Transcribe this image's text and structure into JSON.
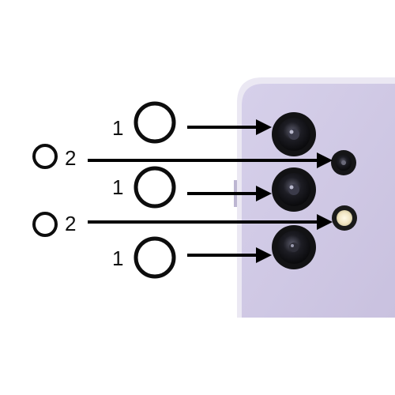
{
  "colors": {
    "background": "#ffffff",
    "phone_body": "#cfc8e4",
    "phone_edge": "#e9e6f2",
    "ring": "#0d0d0d",
    "arrow": "#000000",
    "lens_outer": "#141414",
    "flash": "#f4ecd2"
  },
  "labels": {
    "ring_large": "1",
    "ring_small": "2"
  },
  "parts": [
    {
      "name": "large-ring-1",
      "kind": "ring-large",
      "target": "main-lens-top"
    },
    {
      "name": "small-ring-1",
      "kind": "ring-small",
      "target": "depth-sensor"
    },
    {
      "name": "large-ring-2",
      "kind": "ring-large",
      "target": "main-lens-middle"
    },
    {
      "name": "small-ring-2",
      "kind": "ring-small",
      "target": "flash"
    },
    {
      "name": "large-ring-3",
      "kind": "ring-large",
      "target": "main-lens-bottom"
    }
  ]
}
